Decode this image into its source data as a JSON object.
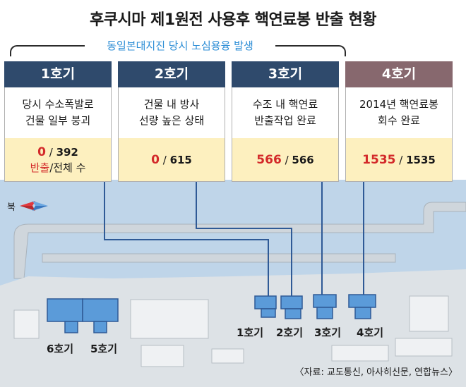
{
  "title": "후쿠시마 제1원전 사용후 핵연료봉 반출 현황",
  "subtitle": "동일본대지진 당시 노심용융 발생",
  "north_label": "북",
  "units": [
    {
      "name": "1호기",
      "desc1": "당시 수소폭발로",
      "desc2": "건물 일부 붕괴",
      "removed": "0",
      "total": "392",
      "legend_removed": "반출",
      "legend_total": "전체 수"
    },
    {
      "name": "2호기",
      "desc1": "건물 내 방사",
      "desc2": "선량 높은 상태",
      "removed": "0",
      "total": "615"
    },
    {
      "name": "3호기",
      "desc1": "수조 내 핵연료",
      "desc2": "반출작업 완료",
      "removed": "566",
      "total": "566"
    },
    {
      "name": "4호기",
      "desc1": "2014년 핵연료봉",
      "desc2": "회수 완료",
      "removed": "1535",
      "total": "1535"
    }
  ],
  "map_labels": {
    "u1": "1호기",
    "u2": "2호기",
    "u3": "3호기",
    "u4": "4호기",
    "u5": "5호기",
    "u6": "6호기"
  },
  "source": "〈자료: 교도통신, 아사히신문, 연합뉴스〉",
  "colors": {
    "header_blue": "#2f4a6c",
    "header_mauve": "#87686e",
    "count_bg": "#fdf0bf",
    "accent_red": "#d32a2a",
    "subtitle_blue": "#2d8ed6",
    "reactor_blue": "#5b9bd9"
  }
}
